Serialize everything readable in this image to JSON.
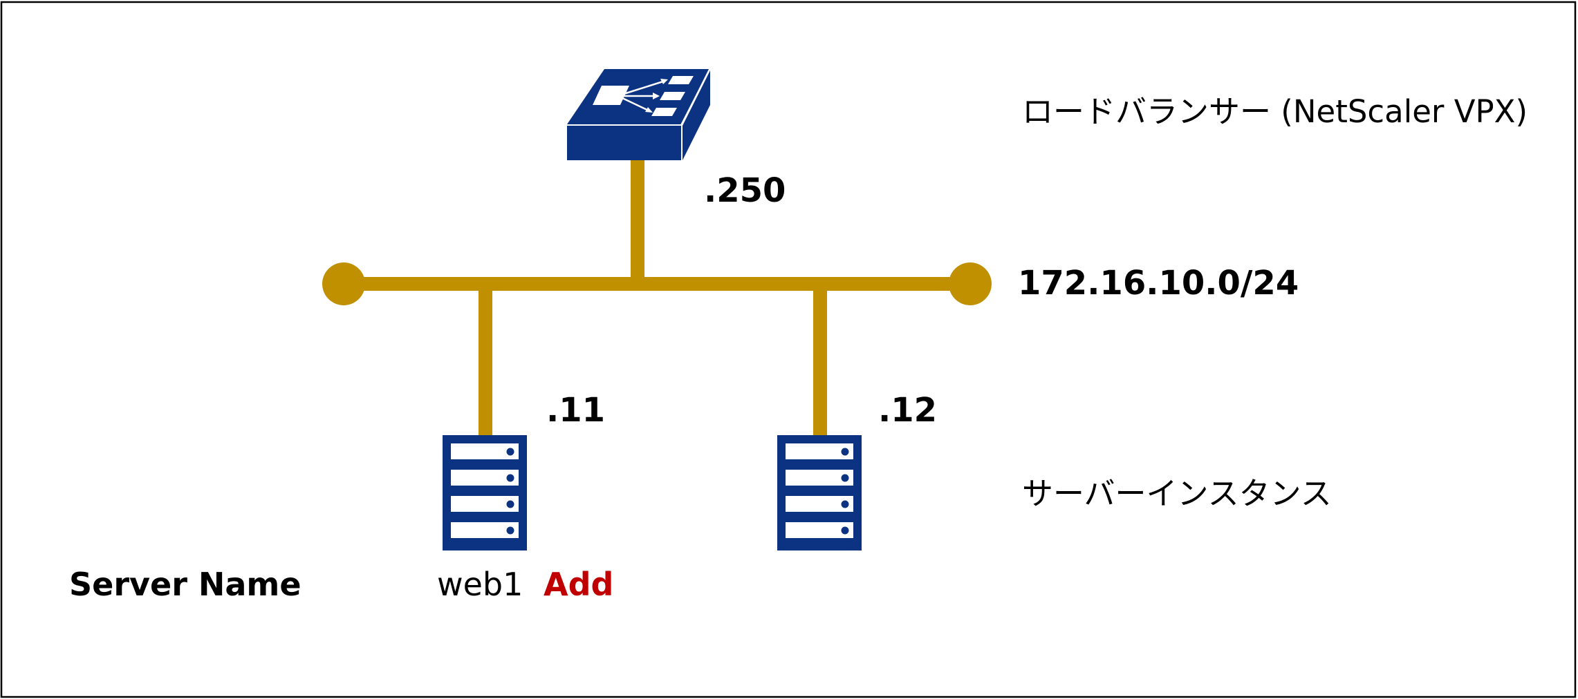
{
  "load_balancer": {
    "label": "ロードバランサー (NetScaler VPX)",
    "ip_suffix": ".250",
    "icon": "load-balancer-switch-icon"
  },
  "network": {
    "cidr": "172.16.10.0/24"
  },
  "servers": {
    "group_label": "サーバーインスタンス",
    "items": [
      {
        "ip_suffix": ".11",
        "icon": "server-rack-icon"
      },
      {
        "ip_suffix": ".12",
        "icon": "server-rack-icon"
      }
    ]
  },
  "server_name": {
    "heading": "Server Name",
    "value": "web1",
    "action": "Add"
  },
  "colors": {
    "network_line": "#C09000",
    "device_blue": "#0B3381",
    "accent_red": "#C00000",
    "border": "#000000"
  }
}
